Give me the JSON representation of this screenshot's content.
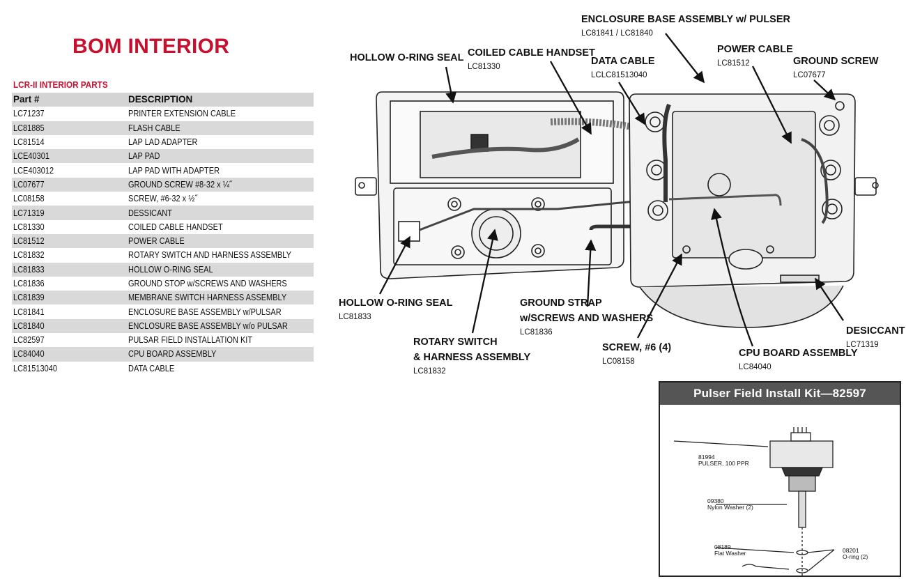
{
  "header": {
    "title": "BOM INTERIOR",
    "subtitle": "LCR-II INTERIOR PARTS"
  },
  "table": {
    "columns": [
      "Part #",
      "DESCRIPTION"
    ],
    "rows": [
      [
        "LC71237",
        "PRINTER EXTENSION CABLE"
      ],
      [
        "LC81885",
        "FLASH CABLE"
      ],
      [
        "LC81514",
        "LAP LAD ADAPTER"
      ],
      [
        "LCE40301",
        "LAP PAD"
      ],
      [
        "LCE403012",
        "LAP PAD WITH ADAPTER"
      ],
      [
        "LC07677",
        "GROUND SCREW #8-32 x ¼˝"
      ],
      [
        "LC08158",
        "SCREW, #6-32 x ½˝"
      ],
      [
        "LC71319",
        "DESSICANT"
      ],
      [
        "LC81330",
        "COILED CABLE HANDSET"
      ],
      [
        "LC81512",
        "POWER CABLE"
      ],
      [
        "LC81832",
        "ROTARY SWITCH AND HARNESS ASSEMBLY"
      ],
      [
        "LC81833",
        "HOLLOW O-RING SEAL"
      ],
      [
        "LC81836",
        "GROUND STOP w/SCREWS AND WASHERS"
      ],
      [
        "LC81839",
        "MEMBRANE SWITCH HARNESS ASSEMBLY"
      ],
      [
        "LC81841",
        "ENCLOSURE BASE ASSEMBLY w/PULSAR"
      ],
      [
        "LC81840",
        "ENCLOSURE BASE ASSEMBLY w/o PULSAR"
      ],
      [
        "LC82597",
        "PULSAR FIELD INSTALLATION KIT"
      ],
      [
        "LC84040",
        "CPU BOARD ASSEMBLY"
      ],
      [
        "LC81513040",
        "DATA CABLE"
      ]
    ]
  },
  "callouts": {
    "enclosure": {
      "label": "ENCLOSURE BASE ASSEMBLY w/ PULSER",
      "code": "LC81841 / LC81840"
    },
    "hollow_top": {
      "label": "HOLLOW O-RING SEAL",
      "code": ""
    },
    "coiled": {
      "label": "COILED CABLE HANDSET",
      "code": "LC81330"
    },
    "data_cable": {
      "label": "DATA CABLE",
      "code": "LCLC81513040"
    },
    "power_cable": {
      "label": "POWER CABLE",
      "code": "LC81512"
    },
    "ground_screw": {
      "label": "GROUND SCREW",
      "code": "LC07677"
    },
    "hollow_bottom": {
      "label": "HOLLOW O-RING SEAL",
      "code": "LC81833"
    },
    "ground_strap": {
      "label1": "GROUND STRAP",
      "label2": "w/SCREWS AND WASHERS",
      "code": "LC81836"
    },
    "rotary": {
      "label1": "ROTARY SWITCH",
      "label2": "& HARNESS ASSEMBLY",
      "code": "LC81832"
    },
    "screw6": {
      "label": "SCREW, #6 (4)",
      "code": "LC08158"
    },
    "cpu": {
      "label": "CPU BOARD ASSEMBLY",
      "code": "LC84040"
    },
    "desiccant": {
      "label": "DESICCANT",
      "code": "LC71319"
    }
  },
  "kit": {
    "title": "Pulser Field Install Kit—82597",
    "parts": [
      {
        "code": "81994",
        "name": "PULSER, 100 PPR"
      },
      {
        "code": "09380",
        "name": "Nylon Washer (2)"
      },
      {
        "code": "08189",
        "name": "Flat Washer"
      },
      {
        "code": "08201",
        "name": "O-ring (2)"
      }
    ]
  }
}
